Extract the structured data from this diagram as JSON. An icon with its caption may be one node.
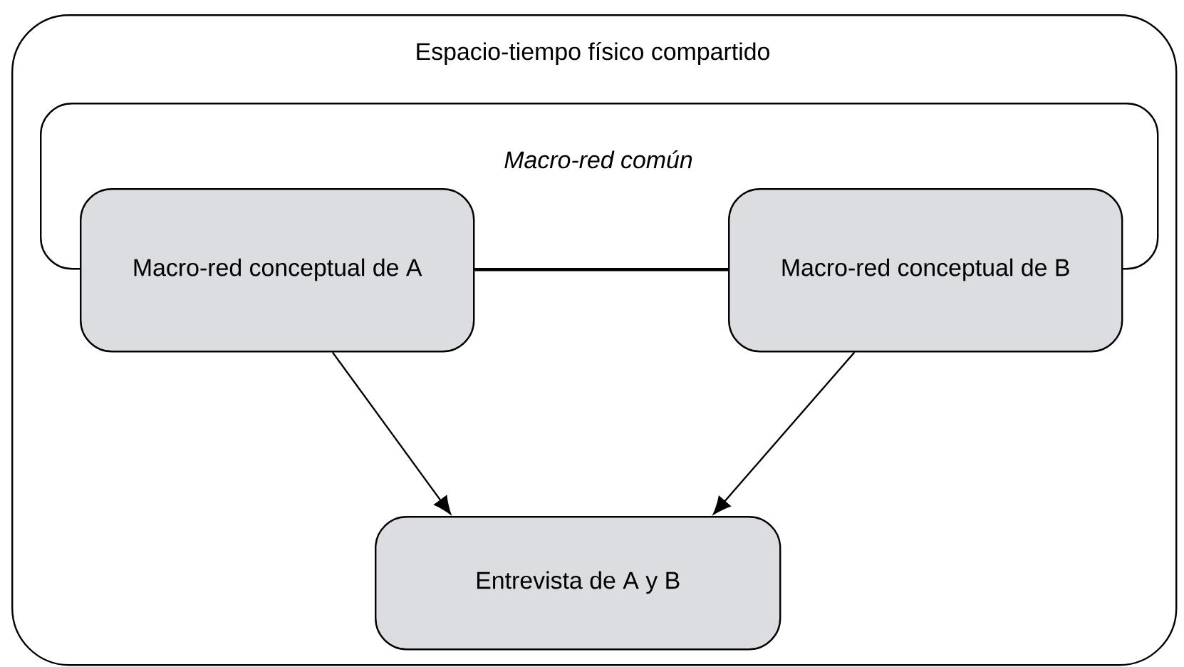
{
  "diagram": {
    "nodes": [
      {
        "text": [
          "Espacio-tiempo físico compartido"
        ]
      },
      {
        "text": [
          "Macro-red común"
        ],
        "in": 0
      },
      {
        "text": [
          "Macro-red conceptual de A"
        ],
        "in": 0
      },
      {
        "text": [
          "Macro-red conceptual de B"
        ],
        "in": 0
      },
      {
        "text": [
          "Entrevista de A y B"
        ],
        "in": 0
      }
    ],
    "edges": [
      {
        "from": 2,
        "to": 3,
        "arrow": "none"
      },
      {
        "from": 2,
        "to": 4,
        "arrow": "to"
      },
      {
        "from": 3,
        "to": 4,
        "arrow": "to"
      }
    ]
  }
}
